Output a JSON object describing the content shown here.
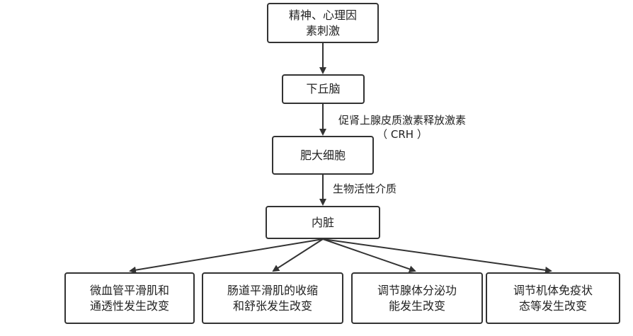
{
  "diagram": {
    "nodes": {
      "stimulus": {
        "line1": "精神、心理因",
        "line2": "素刺激"
      },
      "hypothalamus": {
        "line1": "下丘脑"
      },
      "mast_cell": {
        "line1": "肥大细胞"
      },
      "viscera": {
        "line1": "内脏"
      },
      "outcome_1": {
        "line1": "微血管平滑肌和",
        "line2": "通透性发生改变"
      },
      "outcome_2": {
        "line1": "肠道平滑肌的收缩",
        "line2": "和舒张发生改变"
      },
      "outcome_3": {
        "line1": "调节腺体分泌功",
        "line2": "能发生改变"
      },
      "outcome_4": {
        "line1": "调节机体免疫状",
        "line2": "态等发生改变"
      }
    },
    "edge_labels": {
      "crh_line1": "促肾上腺皮质激素释放激素",
      "crh_line2": "（ CRH ）",
      "mediator": "生物活性介质"
    }
  }
}
